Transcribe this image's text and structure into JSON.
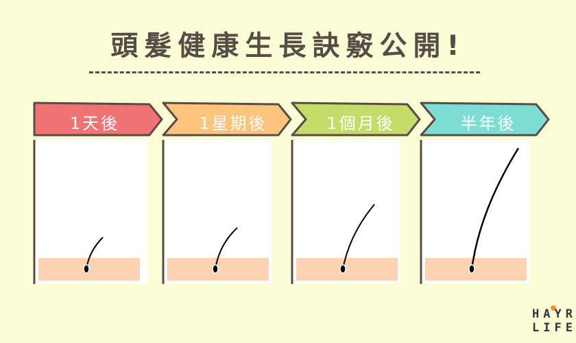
{
  "title": "頭髮健康生長訣竅公開!",
  "stages": [
    {
      "label": "1天後",
      "color": "#f07373",
      "hair_length": "short"
    },
    {
      "label": "1星期後",
      "color": "#fcc37d",
      "hair_length": "short-medium"
    },
    {
      "label": "1個月後",
      "color": "#c5dc6a",
      "hair_length": "medium"
    },
    {
      "label": "半年後",
      "color": "#7ddcd3",
      "hair_length": "long"
    }
  ],
  "logo": {
    "line1": "HAYR",
    "line2": "LIFE"
  },
  "colors": {
    "background": "#fbfdd6",
    "outline": "#574b45",
    "scalp": "#fed3b4",
    "card": "#ffffff"
  }
}
